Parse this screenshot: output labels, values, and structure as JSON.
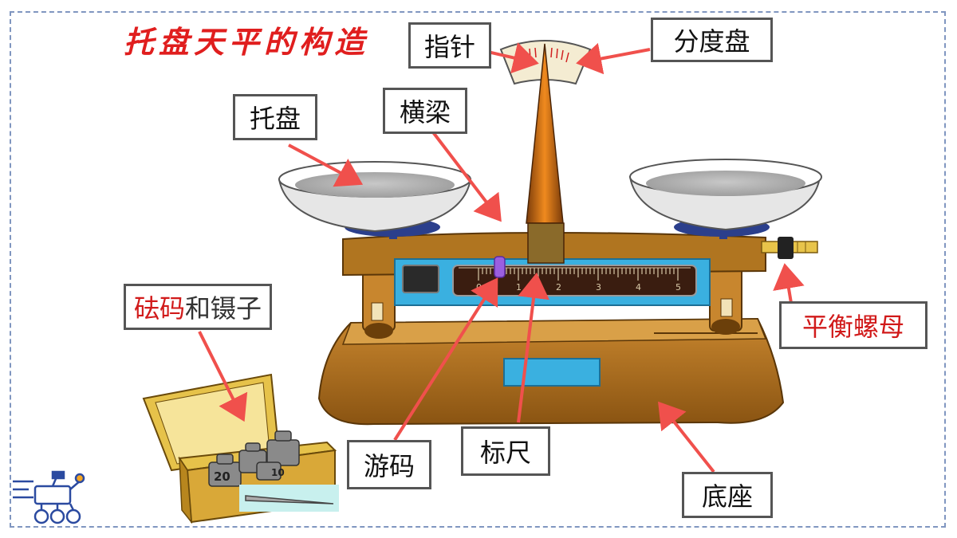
{
  "title": "托盘天平的构造",
  "labels": {
    "pointer": "指针",
    "dial": "分度盘",
    "tray": "托盘",
    "beam": "横梁",
    "weights_prefix": "砝码",
    "weights_suffix": "和镊子",
    "balance_nut": "平衡螺母",
    "rider": "游码",
    "scale": "标尺",
    "base": "底座"
  },
  "scale_ticks": [
    "0",
    "1",
    "2",
    "3",
    "4",
    "5"
  ],
  "weight_labels": [
    "20",
    "10"
  ],
  "colors": {
    "title": "#e01e1e",
    "arrow": "#f0504c",
    "base": "#a86a1c",
    "beam": "#b07520",
    "plate": "#d9d9d9",
    "scale_bg": "#3ab0e0",
    "rider": "#9a5fe0"
  }
}
